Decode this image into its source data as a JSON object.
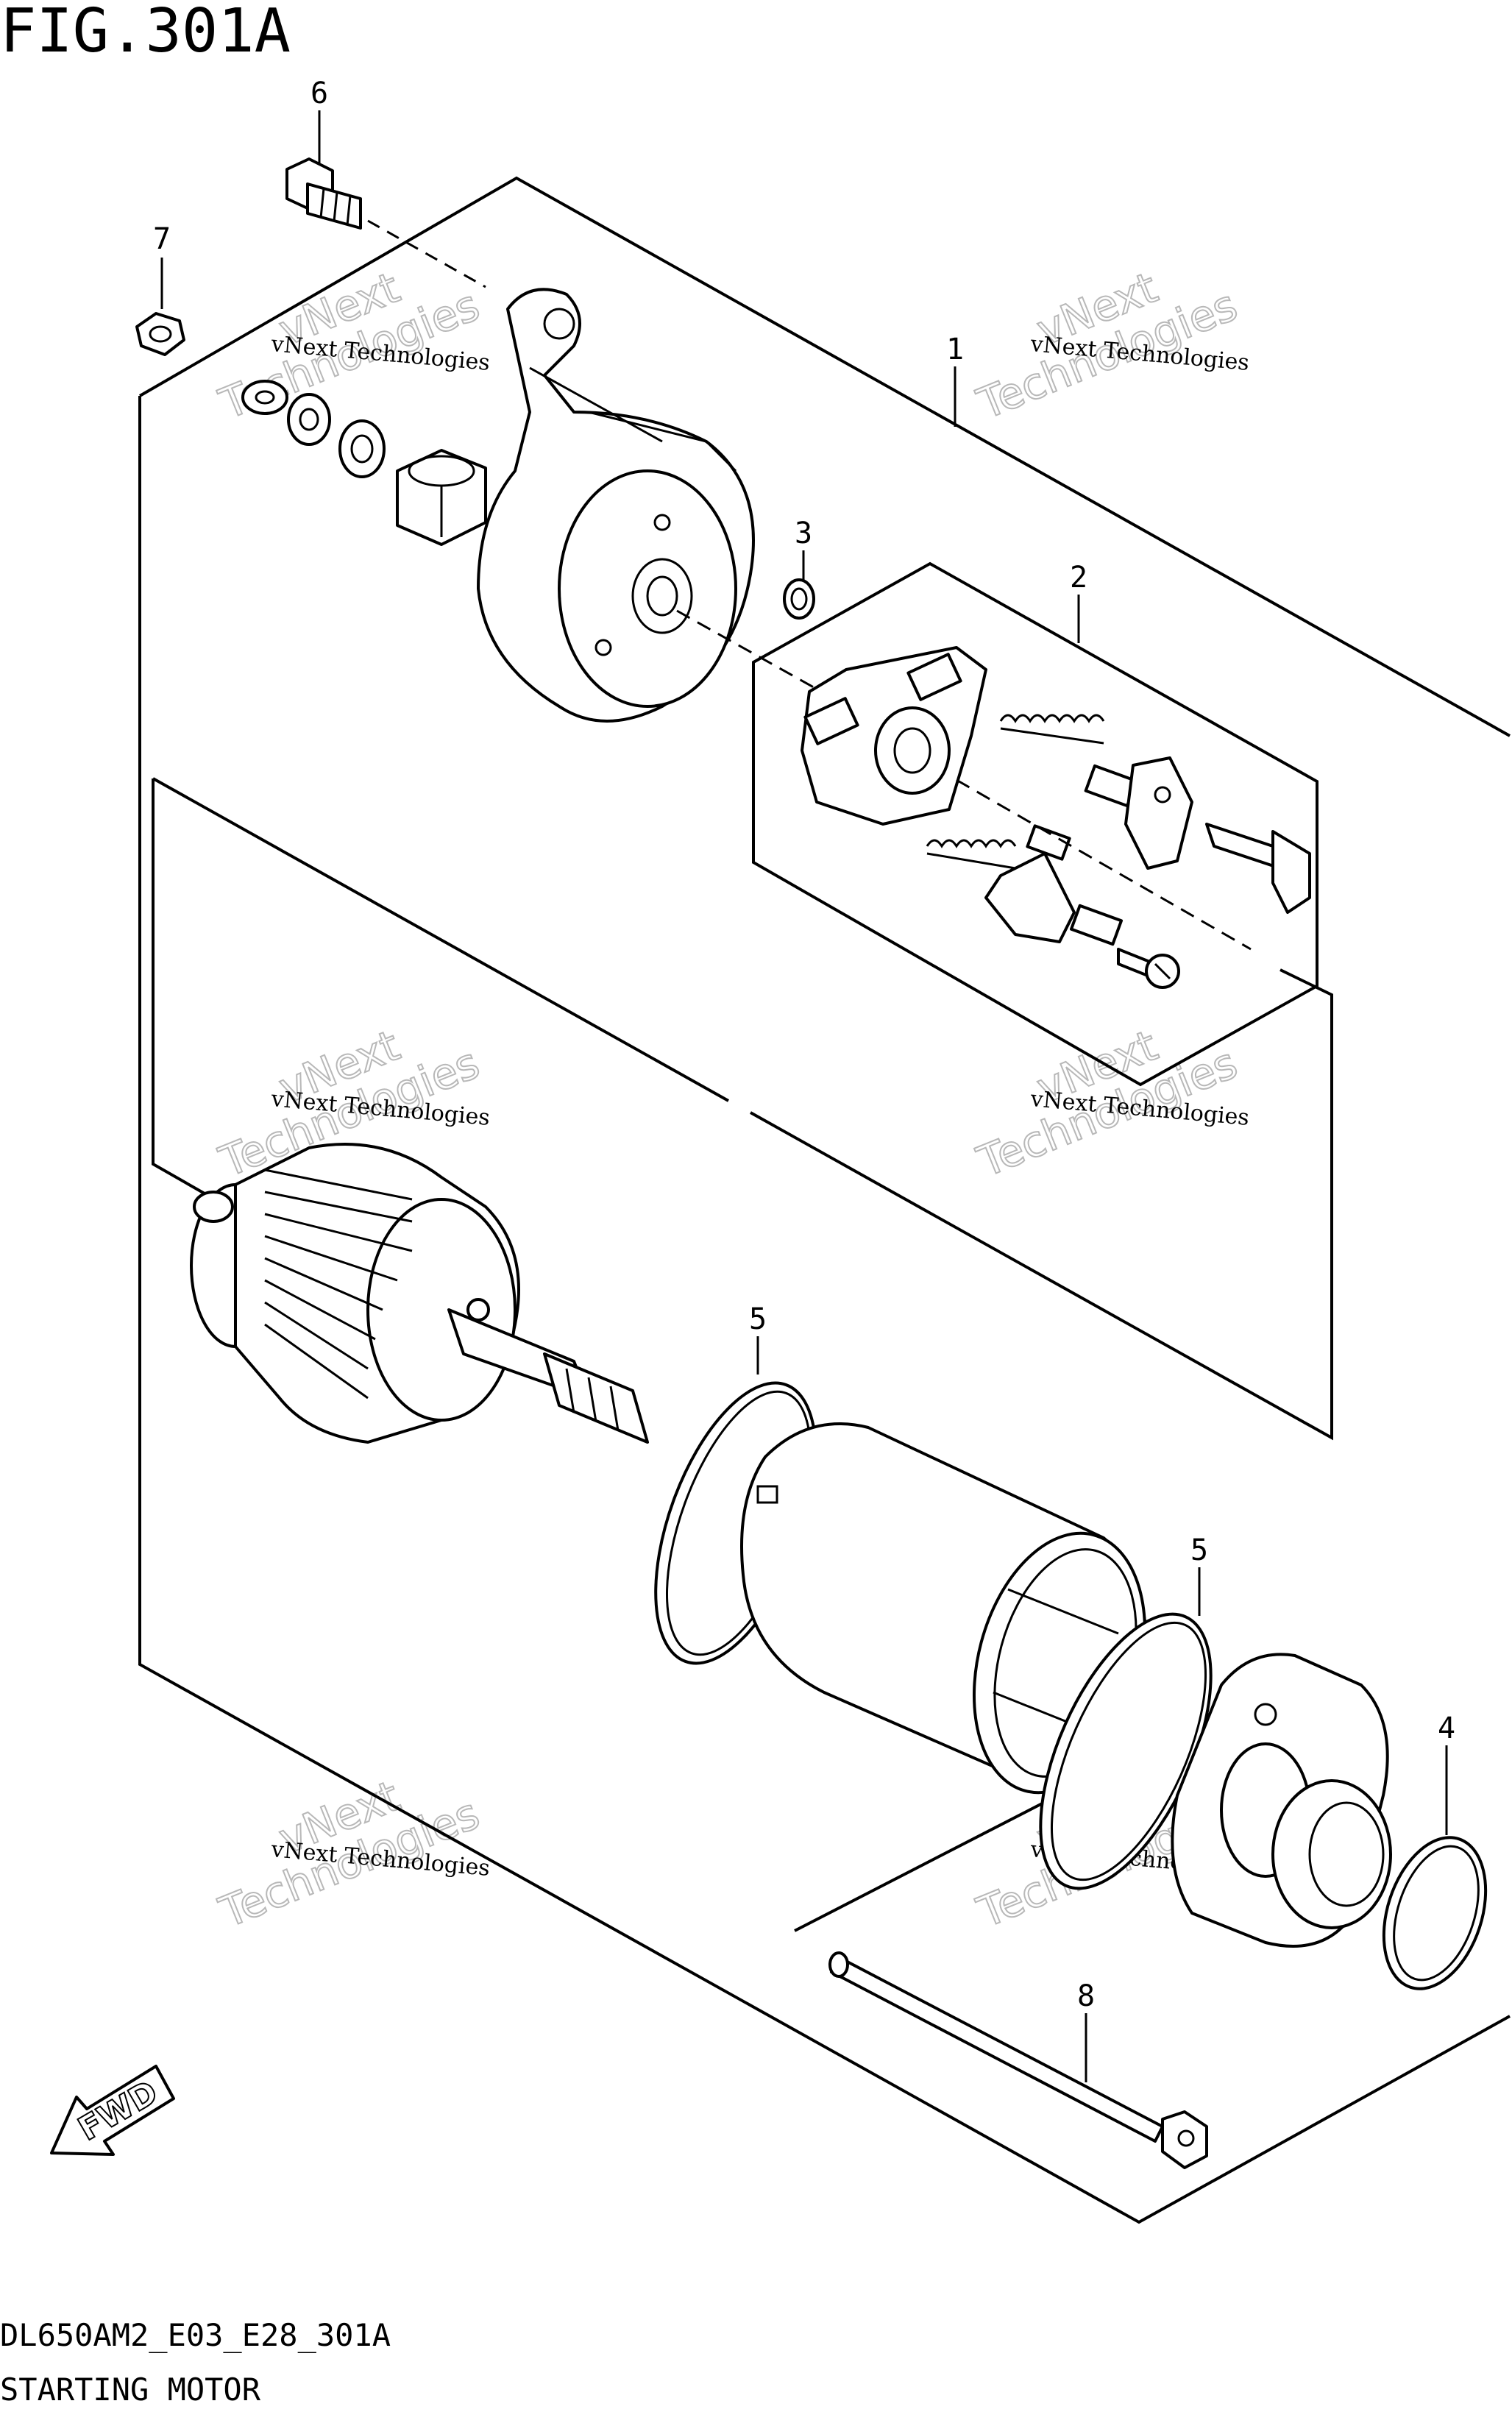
{
  "figure": {
    "title": "FIG.301A",
    "code": "DL650AM2_E03_E28_301A",
    "name": "STARTING MOTOR"
  },
  "callouts": [
    "1",
    "2",
    "3",
    "4",
    "5",
    "5",
    "6",
    "7",
    "8"
  ],
  "watermarks": {
    "small": "vNext Technologies",
    "large_top": "vNext",
    "large_bottom": "Technologies"
  },
  "fwd_label": "FWD"
}
